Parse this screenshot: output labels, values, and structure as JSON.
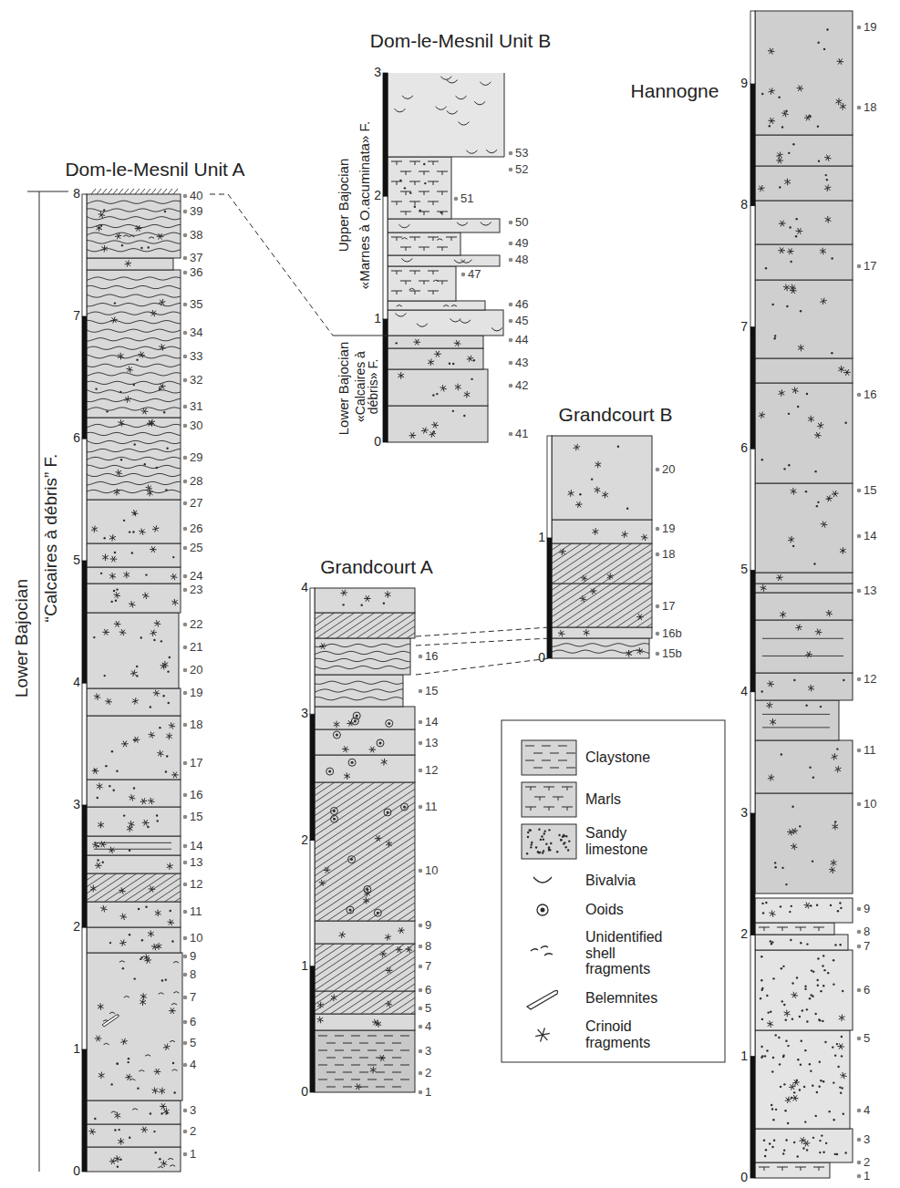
{
  "diagram": {
    "labels": [
      "Dom-le-Mesnil Unit A",
      "Lower Bajocian",
      "“Calcaires à débris” F.",
      "0",
      "1",
      "2",
      "3",
      "4",
      "5",
      "6",
      "7",
      "8",
      "1",
      "2",
      "3",
      "4",
      "5",
      "6",
      "7",
      "8",
      "9",
      "10",
      "11",
      "12",
      "13",
      "14",
      "15",
      "16",
      "17",
      "18",
      "19",
      "20",
      "21",
      "22",
      "23",
      "24",
      "25",
      "26",
      "27",
      "28",
      "29",
      "30",
      "31",
      "32",
      "33",
      "34",
      "35",
      "36",
      "37",
      "38",
      "39",
      "40",
      "Dom-le-Mesnil Unit B",
      "Upper Bajocian",
      "«Marnes à O.acuminata» F.",
      "Lower Bajocian",
      "«Calcaires à débris» F.",
      "0",
      "1",
      "2",
      "3",
      "41",
      "42",
      "43",
      "44",
      "45",
      "46",
      "47",
      "48",
      "49",
      "50",
      "51",
      "52",
      "53",
      "Grandcourt A",
      "0",
      "1",
      "2",
      "3",
      "4",
      "1",
      "2",
      "3",
      "4",
      "5",
      "6",
      "7",
      "8",
      "9",
      "10",
      "11",
      "12",
      "13",
      "14",
      "15",
      "16",
      "Grandcourt B",
      "0",
      "1",
      "15b",
      "16b",
      "17",
      "18",
      "19",
      "20",
      "Hannogne",
      "0",
      "1",
      "2",
      "3",
      "4",
      "5",
      "6",
      "7",
      "8",
      "9",
      "1",
      "2",
      "3",
      "4",
      "5",
      "6",
      "7",
      "8",
      "9",
      "10",
      "11",
      "12",
      "13",
      "14",
      "15",
      "16",
      "17",
      "18",
      "19"
    ],
    "legend": [
      {
        "text": "Claystone"
      },
      {
        "text": "Marls"
      },
      {
        "text": "Sandy limestone"
      },
      {
        "text": "Bivalvia"
      },
      {
        "text": "Ooids"
      },
      {
        "text": "Unidentified shell fragments"
      },
      {
        "text": "Belemnites"
      },
      {
        "text": "Crinoid fragments"
      }
    ]
  }
}
